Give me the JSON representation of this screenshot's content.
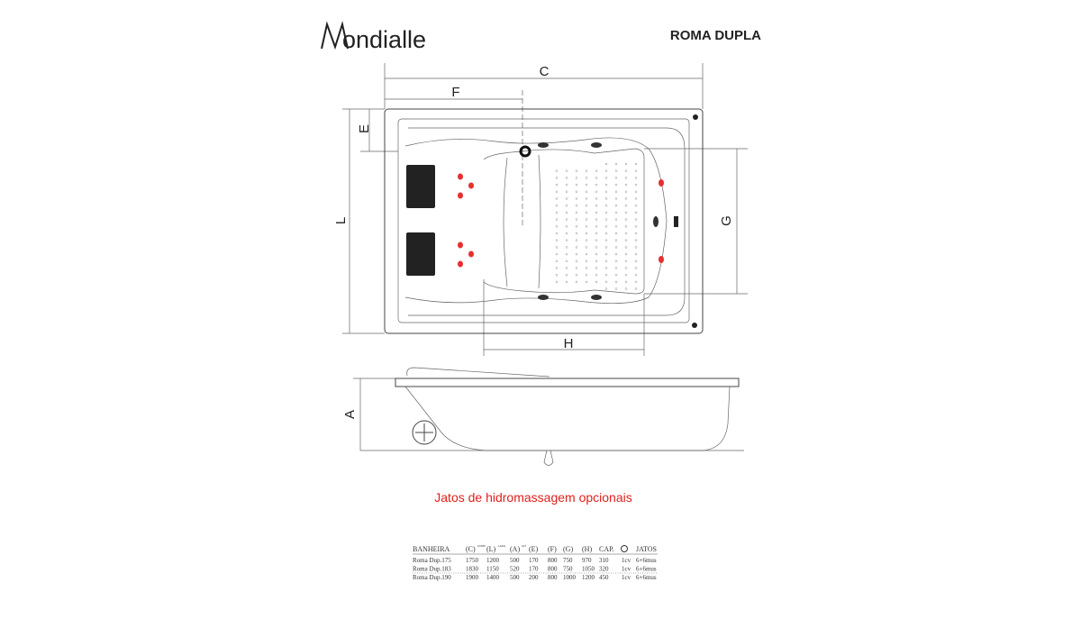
{
  "brand": {
    "logo_text": "Mondialle"
  },
  "title": "ROMA DUPLA",
  "dimension_labels": {
    "C": "C",
    "F": "F",
    "E": "E",
    "L": "L",
    "G": "G",
    "H": "H",
    "A": "A"
  },
  "note": "Jatos de hidromassagem opcionais",
  "colors": {
    "note_red": "#e0201c",
    "jet_red": "#e53030",
    "line": "#444444"
  },
  "spec_table": {
    "headers": [
      "BANHEIRA",
      "(C)",
      "(L)",
      "(A)",
      "(E)",
      "(F)",
      "(G)",
      "(H)",
      "CAP.",
      "motor-icon",
      "JATOS"
    ],
    "header_superscripts": {
      "1": "COMP",
      "2": "LARG",
      "3": "ALT"
    },
    "rows": [
      [
        "Roma Dup.175",
        "1750",
        "1200",
        "500",
        "170",
        "800",
        "750",
        "970",
        "310",
        "1cv",
        "6+6mus"
      ],
      [
        "Roma Dup.183",
        "1830",
        "1150",
        "520",
        "170",
        "800",
        "750",
        "1050",
        "320",
        "1cv",
        "6+6mus"
      ],
      [
        "Roma Dup.190",
        "1900",
        "1400",
        "500",
        "200",
        "800",
        "1000",
        "1200",
        "450",
        "1cv",
        "6+6mus"
      ]
    ]
  }
}
